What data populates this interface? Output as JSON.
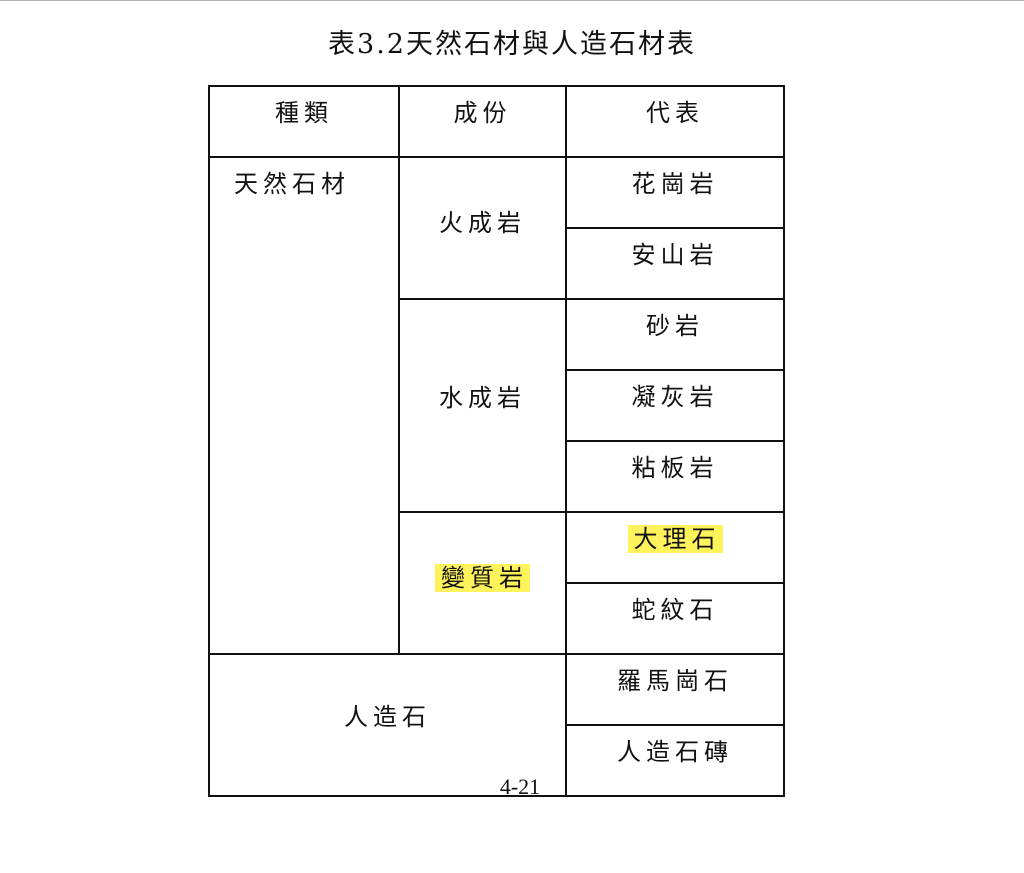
{
  "title": "表3.2天然石材與人造石材表",
  "table": {
    "headers": [
      "種類",
      "成份",
      "代表"
    ],
    "category_natural": "天然石材",
    "category_artificial": "人造石",
    "groups": [
      {
        "composition": "火成岩",
        "examples": [
          "花崗岩",
          "安山岩"
        ]
      },
      {
        "composition": "水成岩",
        "examples": [
          "砂岩",
          "凝灰岩",
          "粘板岩"
        ]
      },
      {
        "composition": "變質岩",
        "examples": [
          "大理石",
          "蛇紋石"
        ],
        "highlighted": [
          "變質岩",
          "大理石"
        ]
      }
    ],
    "artificial_examples": [
      "羅馬崗石",
      "人造石磚"
    ]
  },
  "highlight_color": "#fff35c",
  "page_number": "4-21"
}
